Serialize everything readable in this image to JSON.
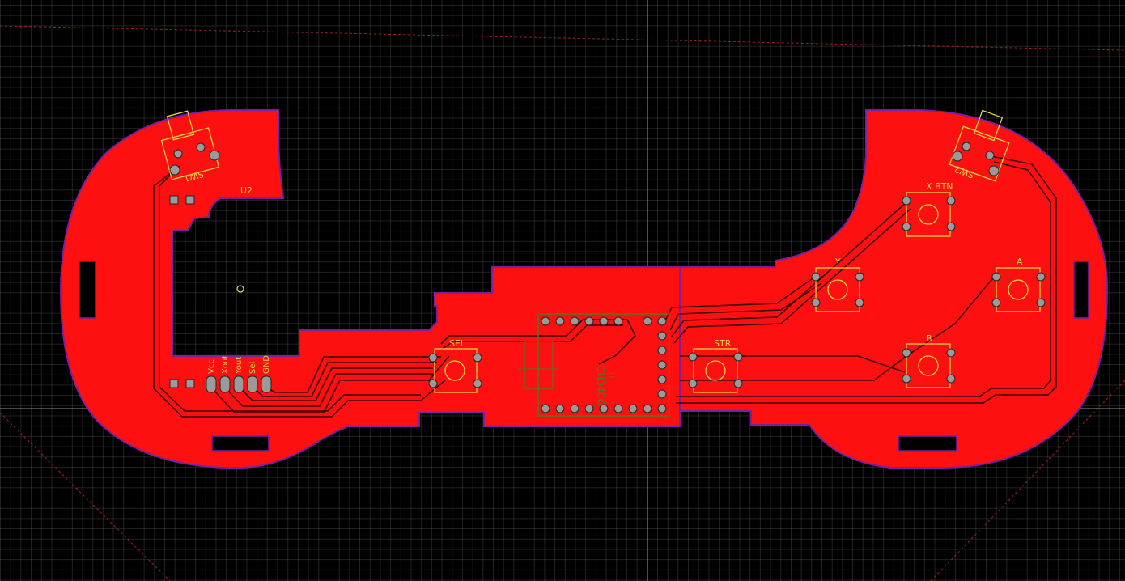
{
  "colors": {
    "background": "#000000",
    "copper_top": "#ff1010",
    "board_outline": "#7a1fa0",
    "silkscreen": "#e8d24a",
    "pad": "#9a9a9a",
    "trace_gap": "#5a0000",
    "crosshair": "#cfcfcf"
  },
  "silkscreen_labels": {
    "sw1": "SW1",
    "sw2": "SW2",
    "u2": "U2",
    "sel": "SEL",
    "str": "STR",
    "x_btn": "X  BTN",
    "y": "Y",
    "a": "A",
    "b": "B",
    "header_vcc": "Vcc",
    "header_xout": "Xout",
    "header_yout": "Yout",
    "header_sel": "Sel",
    "header_gnd": "GND",
    "mcu_text": "CH340G",
    "mcu_sub": "U"
  },
  "icons": {
    "via": "circle-pad",
    "crosshair": "cursor-crosshair"
  }
}
